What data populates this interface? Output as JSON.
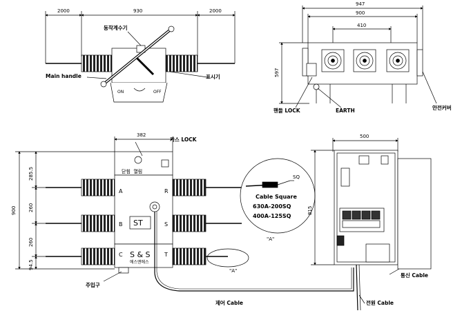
{
  "top_view": {
    "dim_left": "2000",
    "dim_center": "930",
    "dim_right": "2000",
    "label_counter": "동작계수기",
    "label_main_handle": "Main handle",
    "label_indicator": "표시기",
    "label_on": "ON",
    "label_off": "OFF"
  },
  "side_view": {
    "dim_total_width": "947",
    "dim_body_width": "900",
    "dim_bushing_spacing": "410",
    "dim_height": "597",
    "label_handle_lock": "핸들 LOCK",
    "label_earth": "EARTH",
    "label_safety_cover": "안전커버"
  },
  "front_view": {
    "dim_width": "382",
    "dim_total_height": "900",
    "dim_top": "285.5",
    "dim_ab": "260",
    "dim_bc": "260",
    "dim_bottom": "94.5",
    "label_gas_lock": "가스 LOCK",
    "label_close_open": "닫힘  열림",
    "phase_left": [
      "A",
      "B",
      "C"
    ],
    "phase_right": [
      "R",
      "S",
      "T"
    ],
    "st_box": "ST",
    "brand": "S & S",
    "brand_sub": "에스앤에스",
    "label_inlet": "주입구",
    "label_control_cable": "제어 Cable",
    "label_detail_ref": "\"A\""
  },
  "detail_a": {
    "sq": "SQ",
    "title": "Cable Square",
    "line1": "630A-200SQ",
    "line2": "400A-125SQ",
    "caption": "\"A\""
  },
  "control_box": {
    "dim_width": "500",
    "dim_height": "815",
    "label_comm_cable": "통신 Cable",
    "label_power_cable": "전원 Cable"
  }
}
